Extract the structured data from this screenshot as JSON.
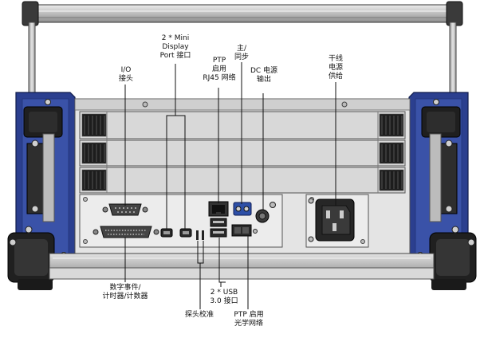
{
  "callouts": {
    "io": [
      "I/O",
      "接头"
    ],
    "mini_display_port": [
      "2 * Mini",
      "Display",
      "Port 接口"
    ],
    "ptp_rj45": [
      "PTP",
      "启用",
      "RJ45 网络"
    ],
    "master_sync": [
      "主/",
      "同步"
    ],
    "dc_output": [
      "DC 电源",
      "输出"
    ],
    "mains_supply": [
      "干线",
      "电源",
      "供给"
    ],
    "digital_event": [
      "数字事件/",
      "计时器/计数器"
    ],
    "probe_calibration": [
      "探头校准"
    ],
    "usb": [
      "2 * USB",
      "3.0 接口"
    ],
    "ptp_optical": [
      "PTP 启用",
      "光学网络"
    ]
  },
  "colors": {
    "frame_blue": "#2b3f8f",
    "frame_dark": "#1f1f1f",
    "rail_grey": "#c7c7c7",
    "panel_grey": "#d5d5d5",
    "callout_line": "#111111"
  }
}
